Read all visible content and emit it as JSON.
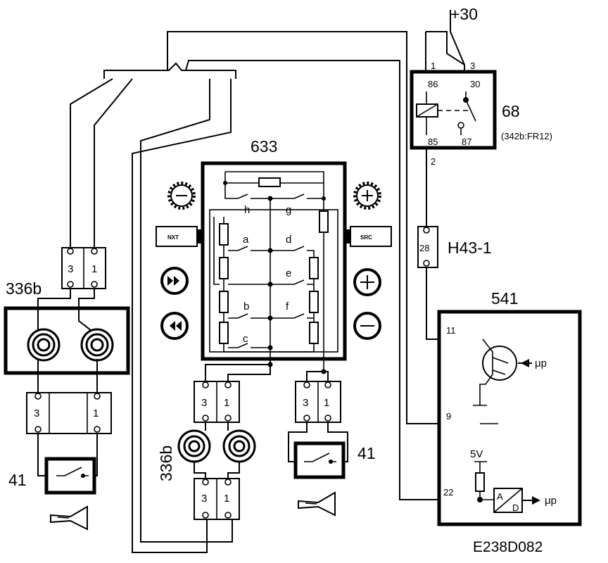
{
  "diagram": {
    "code": "E238D082",
    "supply": "+30",
    "relay": {
      "id": "68",
      "note": "(342b:FR12)",
      "pin_labels": [
        "1",
        "3",
        "86",
        "30",
        "85",
        "87",
        "2"
      ]
    },
    "connector": {
      "id": "H43-1",
      "pin": "28"
    },
    "ecu": {
      "id": "541",
      "pins": [
        "11",
        "9",
        "22"
      ],
      "mu_label": "μp",
      "mu_label_2": "μp",
      "voltage": "5V",
      "ad_a": "A",
      "ad_d": "D"
    },
    "switch_panel": {
      "id": "633",
      "switch_labels": [
        "h",
        "g",
        "a",
        "d",
        "e",
        "b",
        "f",
        "c"
      ],
      "nxt_label": "NXT",
      "src_label": "SRC"
    },
    "coil_left": {
      "id": "336b",
      "pins": [
        "3",
        "1"
      ]
    },
    "coil_center": {
      "id": "336b",
      "pins": [
        "3",
        "1"
      ]
    },
    "horn_left": {
      "id": "41",
      "pins": [
        "3",
        "1"
      ]
    },
    "horn_right": {
      "id": "41",
      "pins": [
        "3",
        "1"
      ]
    },
    "connector_center_bottom": {
      "pins": [
        "3",
        "1"
      ]
    }
  }
}
